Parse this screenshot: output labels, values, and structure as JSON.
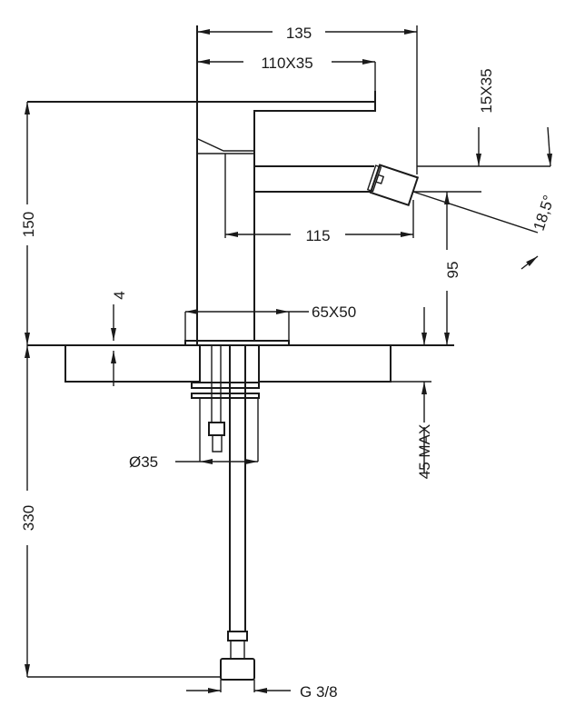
{
  "drawing": {
    "title": "Bidet mixer technical drawing",
    "dimensions": {
      "overall_width": "135",
      "handle": "110X35",
      "spout_section": "15X35",
      "spout_angle": "18,5°",
      "spout_reach": "115",
      "spout_height": "95",
      "height_above_deck": "150",
      "base": "65X50",
      "base_thickness": "4",
      "deck_max": "45 MAX",
      "hose_length": "330",
      "hole_diameter": "Ø35",
      "connection": "G 3/8"
    },
    "colors": {
      "line": "#1a1a1a",
      "background": "#ffffff"
    }
  }
}
